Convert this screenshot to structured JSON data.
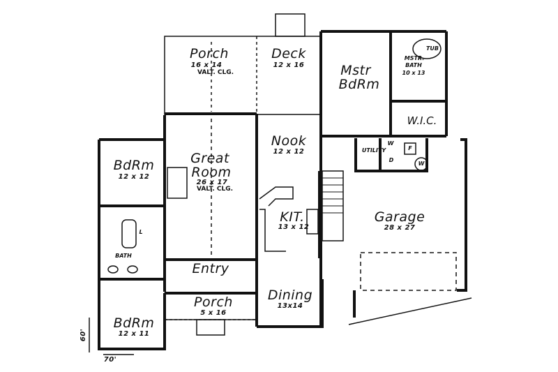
{
  "plan": {
    "rooms": [
      {
        "id": "porch-rear",
        "name": "Porch",
        "dims": "16 x 14",
        "note": "VALT. CLG."
      },
      {
        "id": "deck",
        "name": "Deck",
        "dims": "12 x 16"
      },
      {
        "id": "master-bedroom",
        "name": "Mstr",
        "name2": "BdRm"
      },
      {
        "id": "master-bath",
        "name": "MSTR.",
        "name2": "BATH",
        "dims": "10 x 13"
      },
      {
        "id": "tub",
        "name": "TUB"
      },
      {
        "id": "wic",
        "name": "W.I.C."
      },
      {
        "id": "bedroom-1",
        "name": "BdRm",
        "dims": "12 x 12"
      },
      {
        "id": "great-room",
        "name": "Great",
        "name2": "Room",
        "dims": "26 x 17",
        "note": "VALT. CLG."
      },
      {
        "id": "nook",
        "name": "Nook",
        "dims": "12 x 12"
      },
      {
        "id": "utility",
        "name": "UTILITY",
        "w": "W",
        "d": "D"
      },
      {
        "id": "furnace",
        "name": "F"
      },
      {
        "id": "water-heater",
        "name": "W"
      },
      {
        "id": "kitchen",
        "name": "KIT.",
        "dims": "13 x 12"
      },
      {
        "id": "garage",
        "name": "Garage",
        "dims": "28 x 27"
      },
      {
        "id": "bath",
        "name": "BATH",
        "linen": "L"
      },
      {
        "id": "entry",
        "name": "Entry"
      },
      {
        "id": "porch-front",
        "name": "Porch",
        "dims": "5 x 16"
      },
      {
        "id": "dining",
        "name": "Dining",
        "dims": "13x14"
      },
      {
        "id": "bedroom-2",
        "name": "BdRm",
        "dims": "12 x 11"
      }
    ],
    "overall_dimensions": {
      "depth": "60'",
      "width": "70'"
    }
  }
}
